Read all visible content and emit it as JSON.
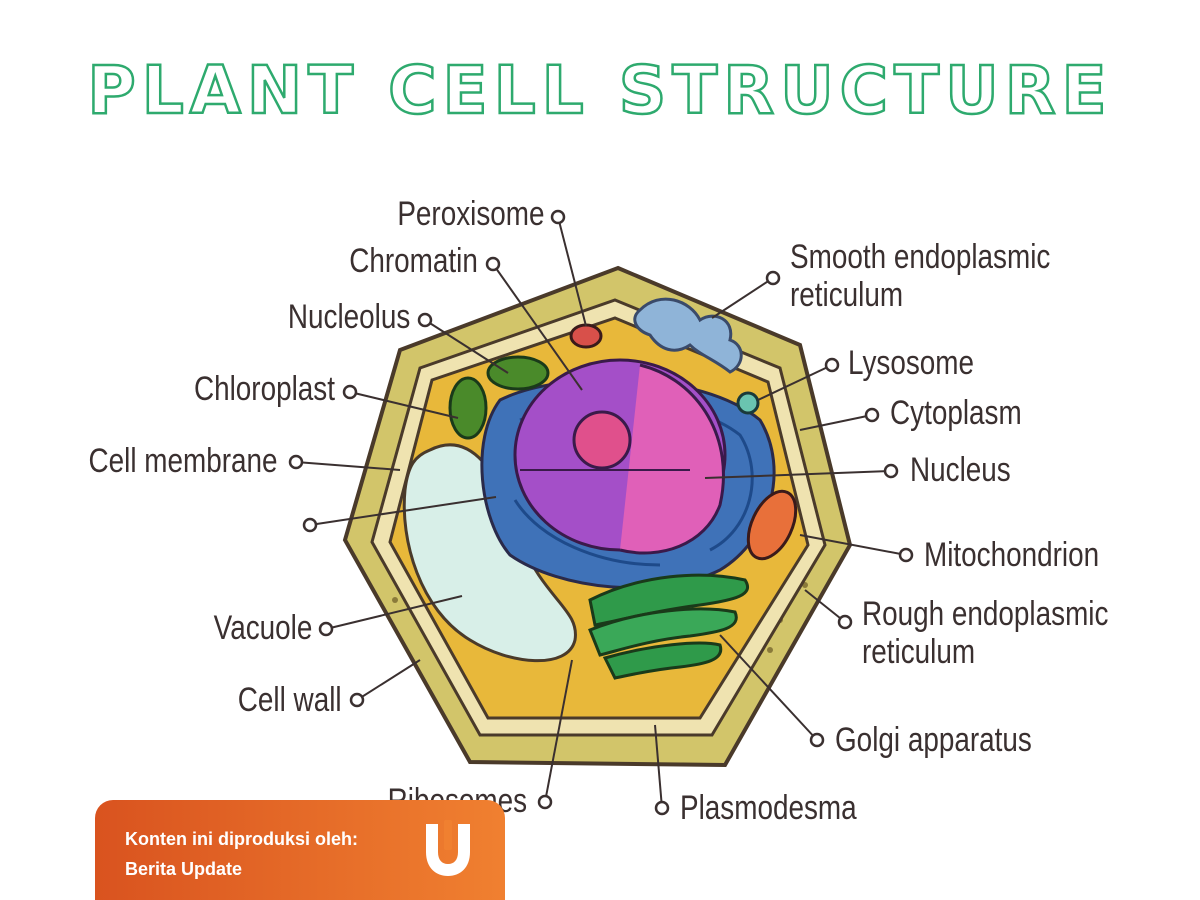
{
  "title": "PLANT CELL STRUCTURE",
  "labels": {
    "peroxisome": "Peroxisome",
    "chromatin": "Chromatin",
    "nucleolus": "Nucleolus",
    "chloroplast": "Chloroplast",
    "cell_membrane": "Cell membrane",
    "vacuole": "Vacuole",
    "cell_wall": "Cell wall",
    "ribosomes": "Ribosomes",
    "plasmodesma": "Plasmodesma",
    "smooth_er_line1": "Smooth endoplasmic",
    "smooth_er_line2": "reticulum",
    "lysosome": "Lysosome",
    "cytoplasm": "Cytoplasm",
    "nucleus": "Nucleus",
    "mitochondrion": "Mitochondrion",
    "rough_er_line1": "Rough endoplasmic",
    "rough_er_line2": "reticulum",
    "golgi": "Golgi apparatus"
  },
  "badge": {
    "line1": "Konten ini diproduksi oleh:",
    "line2": "Berita Update",
    "logo_icon": "kumparan-logo-icon"
  },
  "colors": {
    "title_outline": "#2eaa6e",
    "cell_wall": "#d2c56a",
    "cytoplasm": "#e8b83a",
    "nucleus": "#a44fc8",
    "nucleolus": "#e0508c",
    "rough_er": "#3f72b8",
    "golgi": "#2f9a4a",
    "vacuole": "#d8efe8",
    "chloroplast": "#4a8a2a",
    "mitochondrion": "#e8703a",
    "smooth_er": "#8fb4d8",
    "badge": "#e2622a"
  }
}
